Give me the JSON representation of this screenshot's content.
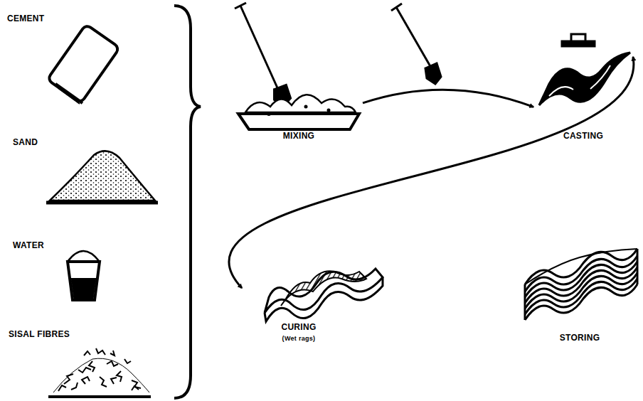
{
  "diagram": {
    "nodes": [
      {
        "text": [
          "CEMENT"
        ]
      },
      {
        "text": [
          "SAND"
        ]
      },
      {
        "text": [
          "WATER"
        ]
      },
      {
        "text": [
          "SISAL FIBRES"
        ]
      },
      {
        "text": [
          "MIXING"
        ]
      },
      {
        "text": [
          "CASTING"
        ]
      },
      {
        "text": [
          "CURING",
          "(Wet rags)"
        ]
      },
      {
        "text": [
          "STORING"
        ]
      }
    ],
    "edges": [
      {
        "from": 4,
        "to": 5,
        "arrow": "to"
      },
      {
        "from": 5,
        "to": 6,
        "arrow": "both"
      }
    ]
  }
}
